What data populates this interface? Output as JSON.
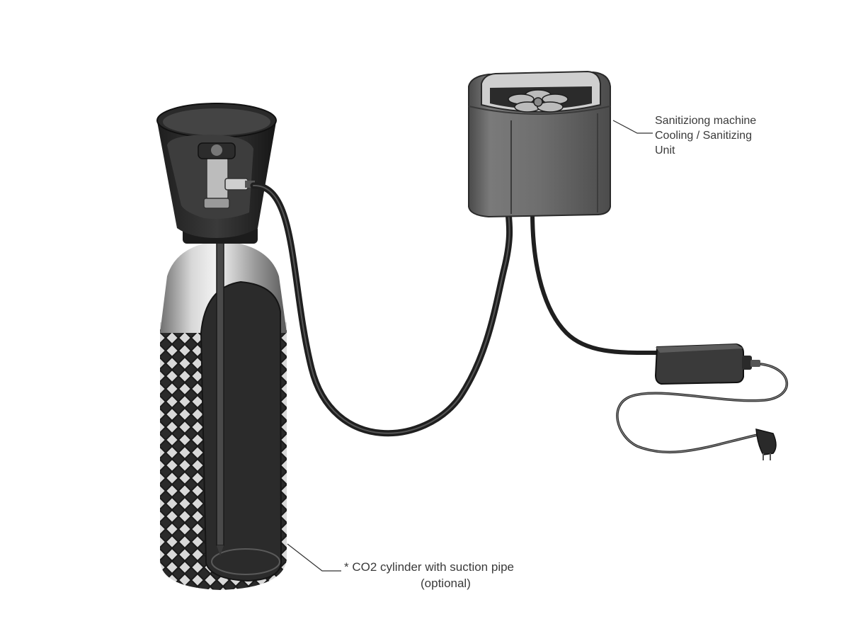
{
  "machine_label": {
    "line1": "Sanitiziong machine",
    "line2": "Cooling / Sanitizing",
    "line3": "Unit"
  },
  "cylinder_label": {
    "line1": "* CO2  cylinder with suction pipe",
    "line2": "(optional)"
  }
}
